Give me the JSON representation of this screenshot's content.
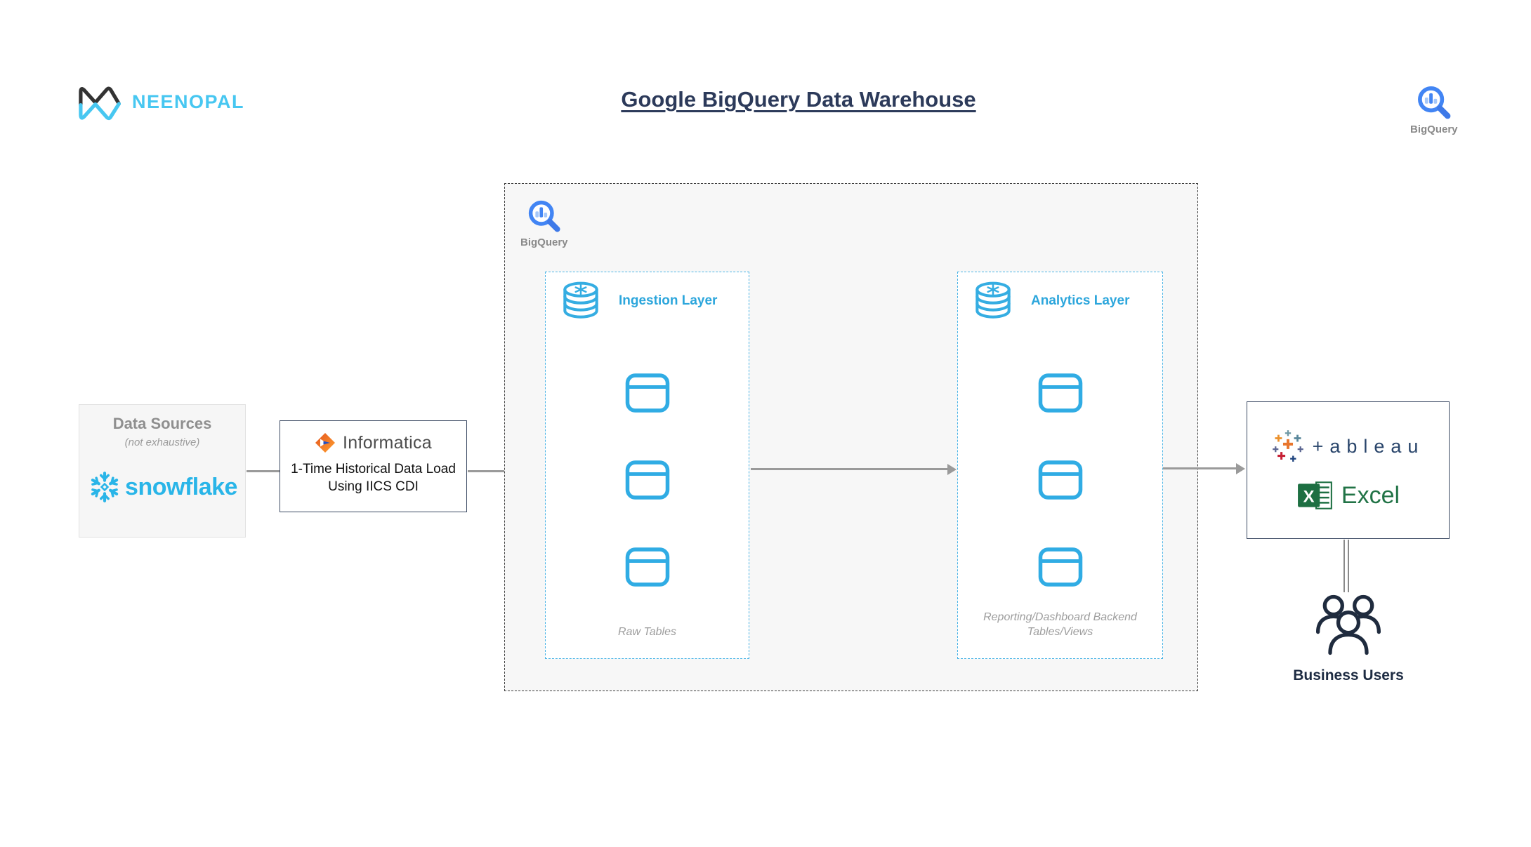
{
  "header": {
    "brand": "NEENOPAL",
    "title": "Google BigQuery Data Warehouse",
    "bigquery_label": "BigQuery"
  },
  "data_sources": {
    "title": "Data Sources",
    "subtitle": "(not exhaustive)",
    "snowflake_text": "snowflake"
  },
  "etl": {
    "vendor": "Informatica",
    "line1": "1-Time Historical Data Load",
    "line2": "Using IICS CDI"
  },
  "warehouse": {
    "badge_label": "BigQuery",
    "layers": [
      {
        "name": "Ingestion Layer",
        "caption": "Raw Tables",
        "table_count": 3
      },
      {
        "name": "Analytics Layer",
        "caption": "Reporting/Dashboard Backend Tables/Views",
        "table_count": 3
      }
    ]
  },
  "consumption": {
    "tableau_label": "+ableau",
    "excel_label": "Excel"
  },
  "users": {
    "label": "Business Users"
  },
  "colors": {
    "brand-cyan": "#47C7F1",
    "snowflake-blue": "#29B5E8",
    "layer-cyan": "#35ADE2",
    "bigquery-blue": "#4285F4",
    "bigquery-blue-light": "#A5C8FA",
    "title-navy": "#2C3A5A",
    "excel-green": "#217346",
    "tableau-navy": "#29456B",
    "arrow-gray": "#9A9A9A",
    "dark-navy": "#1F2B3E"
  }
}
